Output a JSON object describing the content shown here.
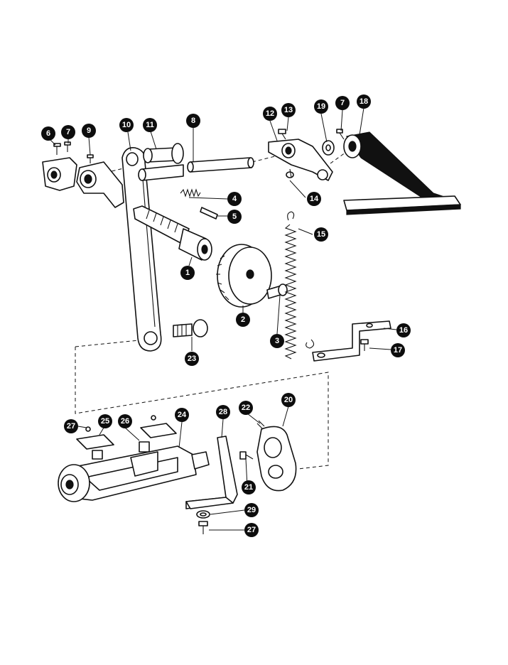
{
  "colors": {
    "ink": "#111111",
    "paper": "#ffffff",
    "callout_fill": "#0d0d0d",
    "callout_text": "#ffffff"
  },
  "callouts": [
    {
      "label": "6"
    },
    {
      "label": "7"
    },
    {
      "label": "9"
    },
    {
      "label": "10"
    },
    {
      "label": "11"
    },
    {
      "label": "8"
    },
    {
      "label": "12"
    },
    {
      "label": "13"
    },
    {
      "label": "19"
    },
    {
      "label": "7"
    },
    {
      "label": "18"
    },
    {
      "label": "4"
    },
    {
      "label": "5"
    },
    {
      "label": "14"
    },
    {
      "label": "15"
    },
    {
      "label": "1"
    },
    {
      "label": "2"
    },
    {
      "label": "3"
    },
    {
      "label": "16"
    },
    {
      "label": "17"
    },
    {
      "label": "23"
    },
    {
      "label": "27"
    },
    {
      "label": "25"
    },
    {
      "label": "26"
    },
    {
      "label": "24"
    },
    {
      "label": "28"
    },
    {
      "label": "22"
    },
    {
      "label": "20"
    },
    {
      "label": "21"
    },
    {
      "label": "29"
    },
    {
      "label": "27"
    }
  ]
}
